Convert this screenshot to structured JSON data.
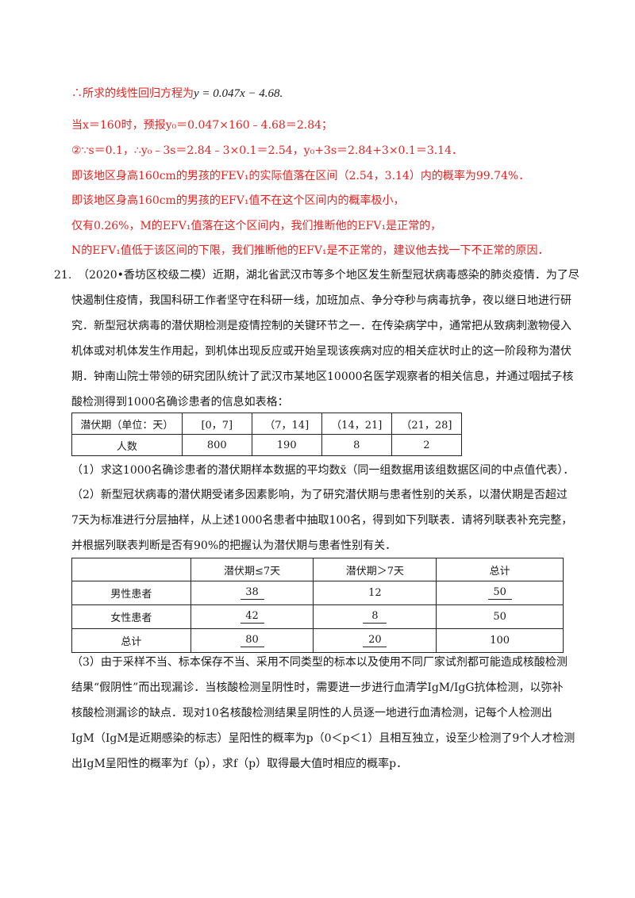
{
  "solution": {
    "line1_prefix": "∴所求的线性回归方程为",
    "line1_equation": "y = 0.047x − 4.68.",
    "line2": "当x＝160时，预报y₀＝0.047×160﹣4.68＝2.84；",
    "line3": "②∵s＝0.1，∴y₀﹣3s＝2.84﹣3×0.1＝2.54，y₀+3s＝2.84+3×0.1＝3.14．",
    "line4": "即该地区身高160cm的男孩的FEV₁的实际值落在区间（2.54，3.14）内的概率为99.74%．",
    "line5": "即该地区身高160cm的男孩的EFV₁值不在这个区间内的概率极小，",
    "line6": "仅有0.26%，M的EFV₁值落在这个区间内，我们推断他的EFV₁是正常的，",
    "line7": "N的EFV₁值低于该区间的下限，我们推断他的EFV₁是不正常的，建议他去找一下不正常的原因．"
  },
  "problem": {
    "number": "21.",
    "intro_lines": [
      "（2020•香坊区校级二模）近期，湖北省武汉市等多个地区发生新型冠状病毒感染的肺炎疫情．为了尽",
      "快遏制住疫情，我国科研工作者坚守在科研一线，加班加点、争分夺秒与病毒抗争，夜以继日地进行研",
      "究．新型冠状病毒的潜伏期检测是疫情控制的关键环节之一．在传染病学中，通常把从致病刺激物侵入",
      "机体或对机体发生作用起，到机体出现反应或开始呈现该疾病对应的相关症状时止的这一阶段称为潜伏",
      "期．钟南山院士带领的研究团队统计了武汉市某地区10000名医学观察者的相关信息，并通过咽拭子核",
      "酸检测得到1000名确诊患者的信息如表格："
    ],
    "table1": {
      "header": [
        "潜伏期（单位：天）",
        "[0，7]",
        "（7，14]",
        "（14，21]",
        "（21，28]"
      ],
      "row": [
        "人数",
        "800",
        "190",
        "8",
        "2"
      ]
    },
    "q1": "（1）求这1000名确诊患者的潜伏期样本数据的平均数x̄（同一组数据用该组数据区间的中点值代表）．",
    "q2_lines": [
      "（2）新型冠状病毒的潜伏期受诸多因素影响，为了研究潜伏期与患者性别的关系，以潜伏期是否超过",
      "7天为标准进行分层抽样，从上述1000名患者中抽取100名，得到如下列联表．请将列联表补充完整，",
      "并根据列联表判断是否有90%的把握认为潜伏期与患者性别有关．"
    ],
    "table2": {
      "header": [
        "",
        "潜伏期≤7天",
        "潜伏期＞7天",
        "总计"
      ],
      "rows": [
        [
          "男性患者",
          "38",
          "12",
          "50"
        ],
        [
          "女性患者",
          "42",
          "8",
          "50"
        ],
        [
          "总计",
          "80",
          "20",
          "100"
        ]
      ]
    },
    "q3_lines": [
      "（3）由于采样不当、标本保存不当、采用不同类型的标本以及使用不同厂家试剂都可能造成核酸检测",
      "结果“假阴性”而出现漏诊．当核酸检测呈阴性时，需要进一步进行血清学IgM/IgG抗体检测，以弥补",
      "核酸检测漏诊的缺点．现对10名核酸检测结果呈阴性的人员逐一地进行血清检测，记每个人检测出",
      "IgM（IgM是近期感染的标志）呈阳性的概率为p（0＜p＜1）且相互独立，设至少检测了9个人才检测",
      "出IgM呈阳性的概率为f（p），求f（p）取得最大值时相应的概率p．"
    ]
  }
}
